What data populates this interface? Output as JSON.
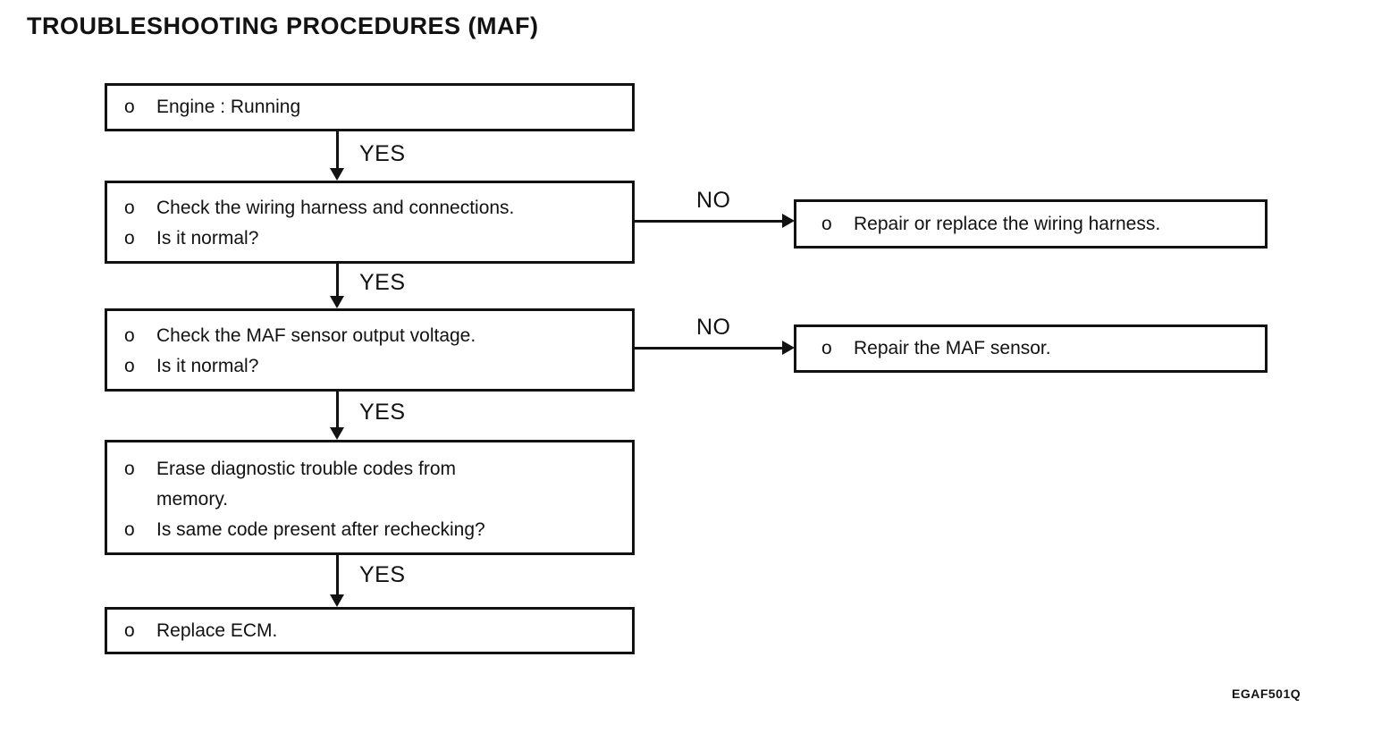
{
  "title": "TROUBLESHOOTING PROCEDURES (MAF)",
  "figure_code": "EGAF501Q",
  "colors": {
    "ink": "#121212",
    "background": "#ffffff"
  },
  "edges": {
    "yes": "YES",
    "no": "NO"
  },
  "boxes": {
    "engine": {
      "lines": [
        {
          "bullet": "o",
          "text": "Engine : Running"
        }
      ]
    },
    "check_wiring": {
      "lines": [
        {
          "bullet": "o",
          "text": "Check the wiring harness and connections."
        },
        {
          "bullet": "o",
          "text": "Is it normal?"
        }
      ]
    },
    "check_maf": {
      "lines": [
        {
          "bullet": "o",
          "text": "Check the MAF sensor output voltage."
        },
        {
          "bullet": "o",
          "text": "Is it normal?"
        }
      ]
    },
    "erase_codes": {
      "lines": [
        {
          "bullet": "o",
          "text": "Erase diagnostic trouble codes from"
        },
        {
          "bullet": "",
          "text": "memory."
        },
        {
          "bullet": "o",
          "text": "Is same code present after rechecking?"
        }
      ]
    },
    "replace_ecm": {
      "lines": [
        {
          "bullet": "o",
          "text": "Replace ECM."
        }
      ]
    },
    "repair_wiring": {
      "lines": [
        {
          "bullet": "o",
          "text": "Repair or replace the wiring harness."
        }
      ]
    },
    "repair_maf": {
      "lines": [
        {
          "bullet": "o",
          "text": "Repair the MAF sensor."
        }
      ]
    }
  }
}
